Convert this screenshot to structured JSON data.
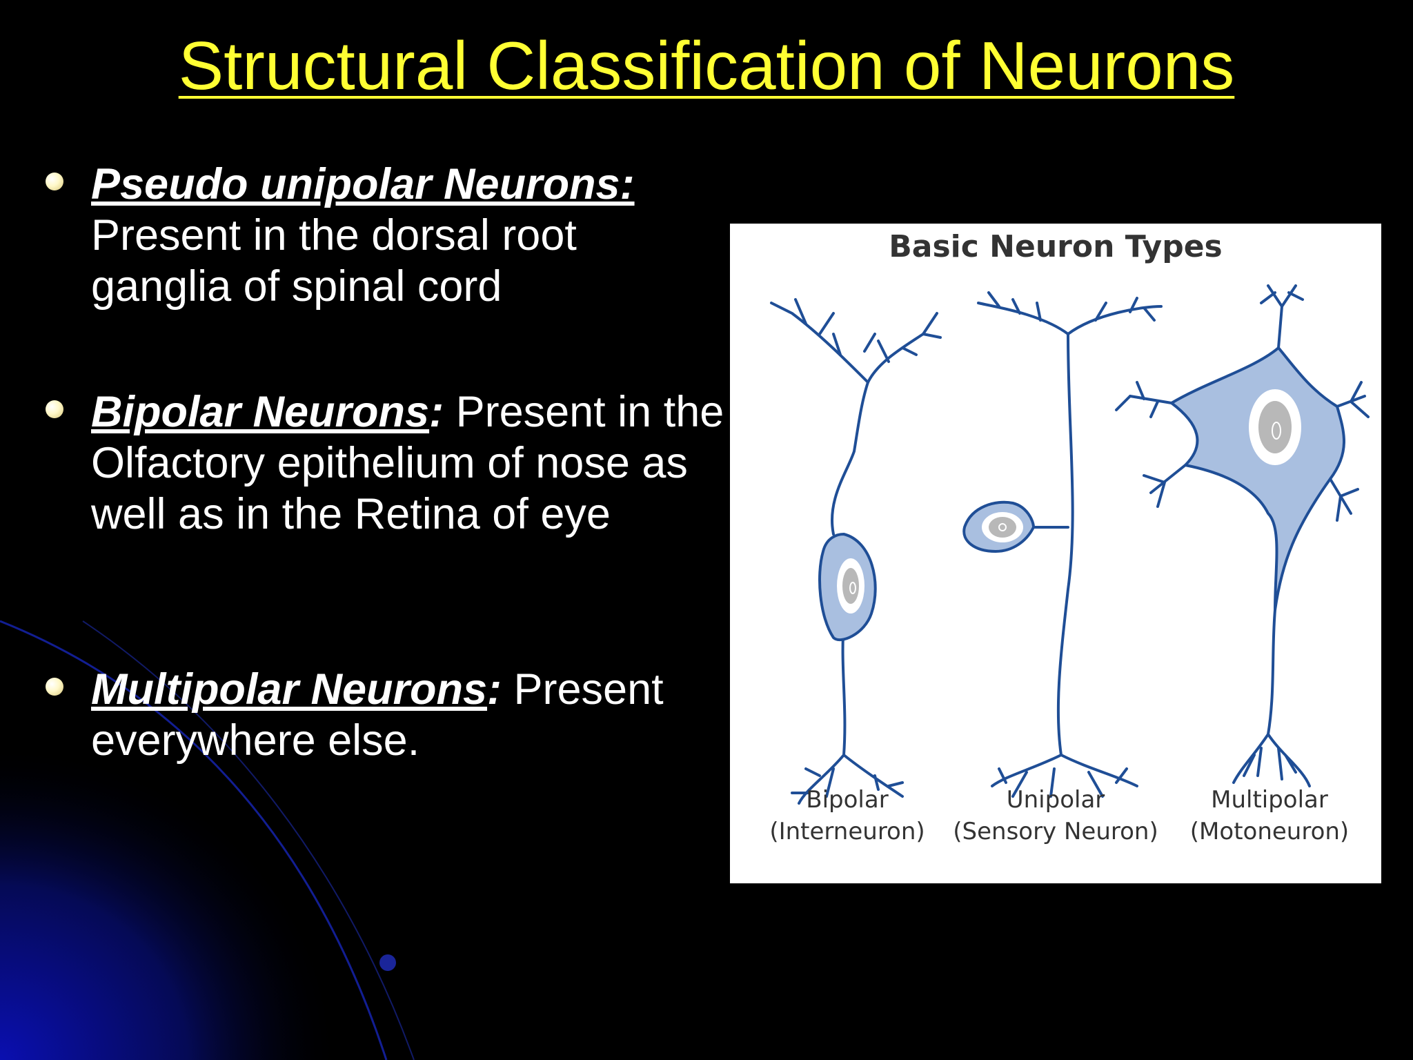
{
  "title": "Structural Classification of Neurons",
  "bullets": [
    {
      "heading": "Pseudo unipolar Neurons:",
      "colon": "",
      "text": "Present in the dorsal root ganglia of spinal cord",
      "inline": false
    },
    {
      "heading": "Bipolar Neurons",
      "colon": ":",
      "text": " Present in the Olfactory epithelium of nose as well as in the Retina of eye",
      "inline": true
    },
    {
      "heading": "Multipolar Neurons",
      "colon": ":",
      "text": " Present everywhere else.",
      "inline": true
    }
  ],
  "figure": {
    "title": "Basic Neuron Types",
    "labels": [
      {
        "name": "Bipolar",
        "role": "(Interneuron)"
      },
      {
        "name": "Unipolar",
        "role": "(Sensory Neuron)"
      },
      {
        "name": "Multipolar",
        "role": "(Motoneuron)"
      }
    ]
  },
  "colors": {
    "background": "#000000",
    "title": "#ffff33",
    "text": "#ffffff",
    "neuron_stroke": "#1f4e96",
    "neuron_fill": "#a9bfe0"
  }
}
